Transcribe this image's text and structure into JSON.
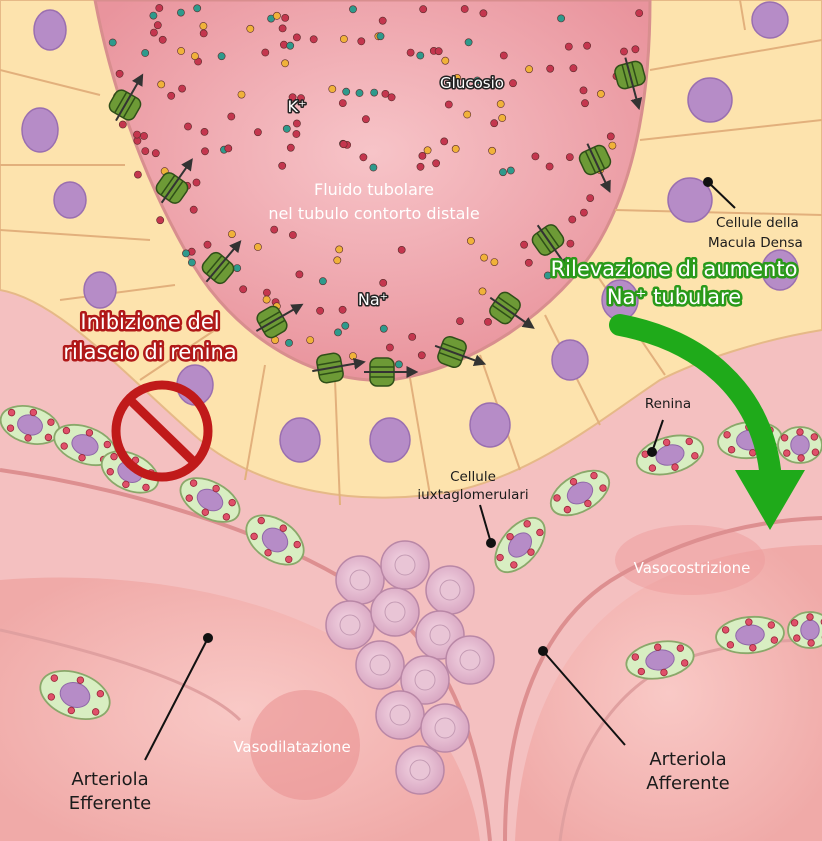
{
  "labels": {
    "glucosio": "Glucosio",
    "k_plus": "K⁺",
    "na_plus": "Na⁺",
    "fluido_line1": "Fluido tubolare",
    "fluido_line2": "nel tubulo contorto distale",
    "macula_line1": "Cellule della",
    "macula_line2": "Macula Densa",
    "rilevazione_line1": "Rilevazione di aumento",
    "rilevazione_line2": "Na⁺ tubulare",
    "inibizione_line1": "Inibizione del",
    "inibizione_line2": "rilascio di renina",
    "renina": "Renina",
    "iuxta_line1": "Cellule",
    "iuxta_line2": "iuxtaglomerulari",
    "vasocostrizione": "Vasocostrizione",
    "vasodilatazione": "Vasodilatazione",
    "efferente_line1": "Arteriola",
    "efferente_line2": "Efferente",
    "afferente_line1": "Arteriola",
    "afferente_line2": "Afferente"
  },
  "colors": {
    "background_tissue": "#f2b8b8",
    "lumen": "#efa4ab",
    "tubule_cell": "#fde3ad",
    "nucleus": "#b68cc7",
    "granular_cell": "#d8eec2",
    "granule": "#e0506a",
    "channel": "#5f8f2f",
    "prohibition": "#c01a1a",
    "green_arrow": "#1faa1a"
  },
  "icons": [
    "prohibition-icon",
    "green-curved-arrow-icon",
    "ion-channel-icon"
  ]
}
